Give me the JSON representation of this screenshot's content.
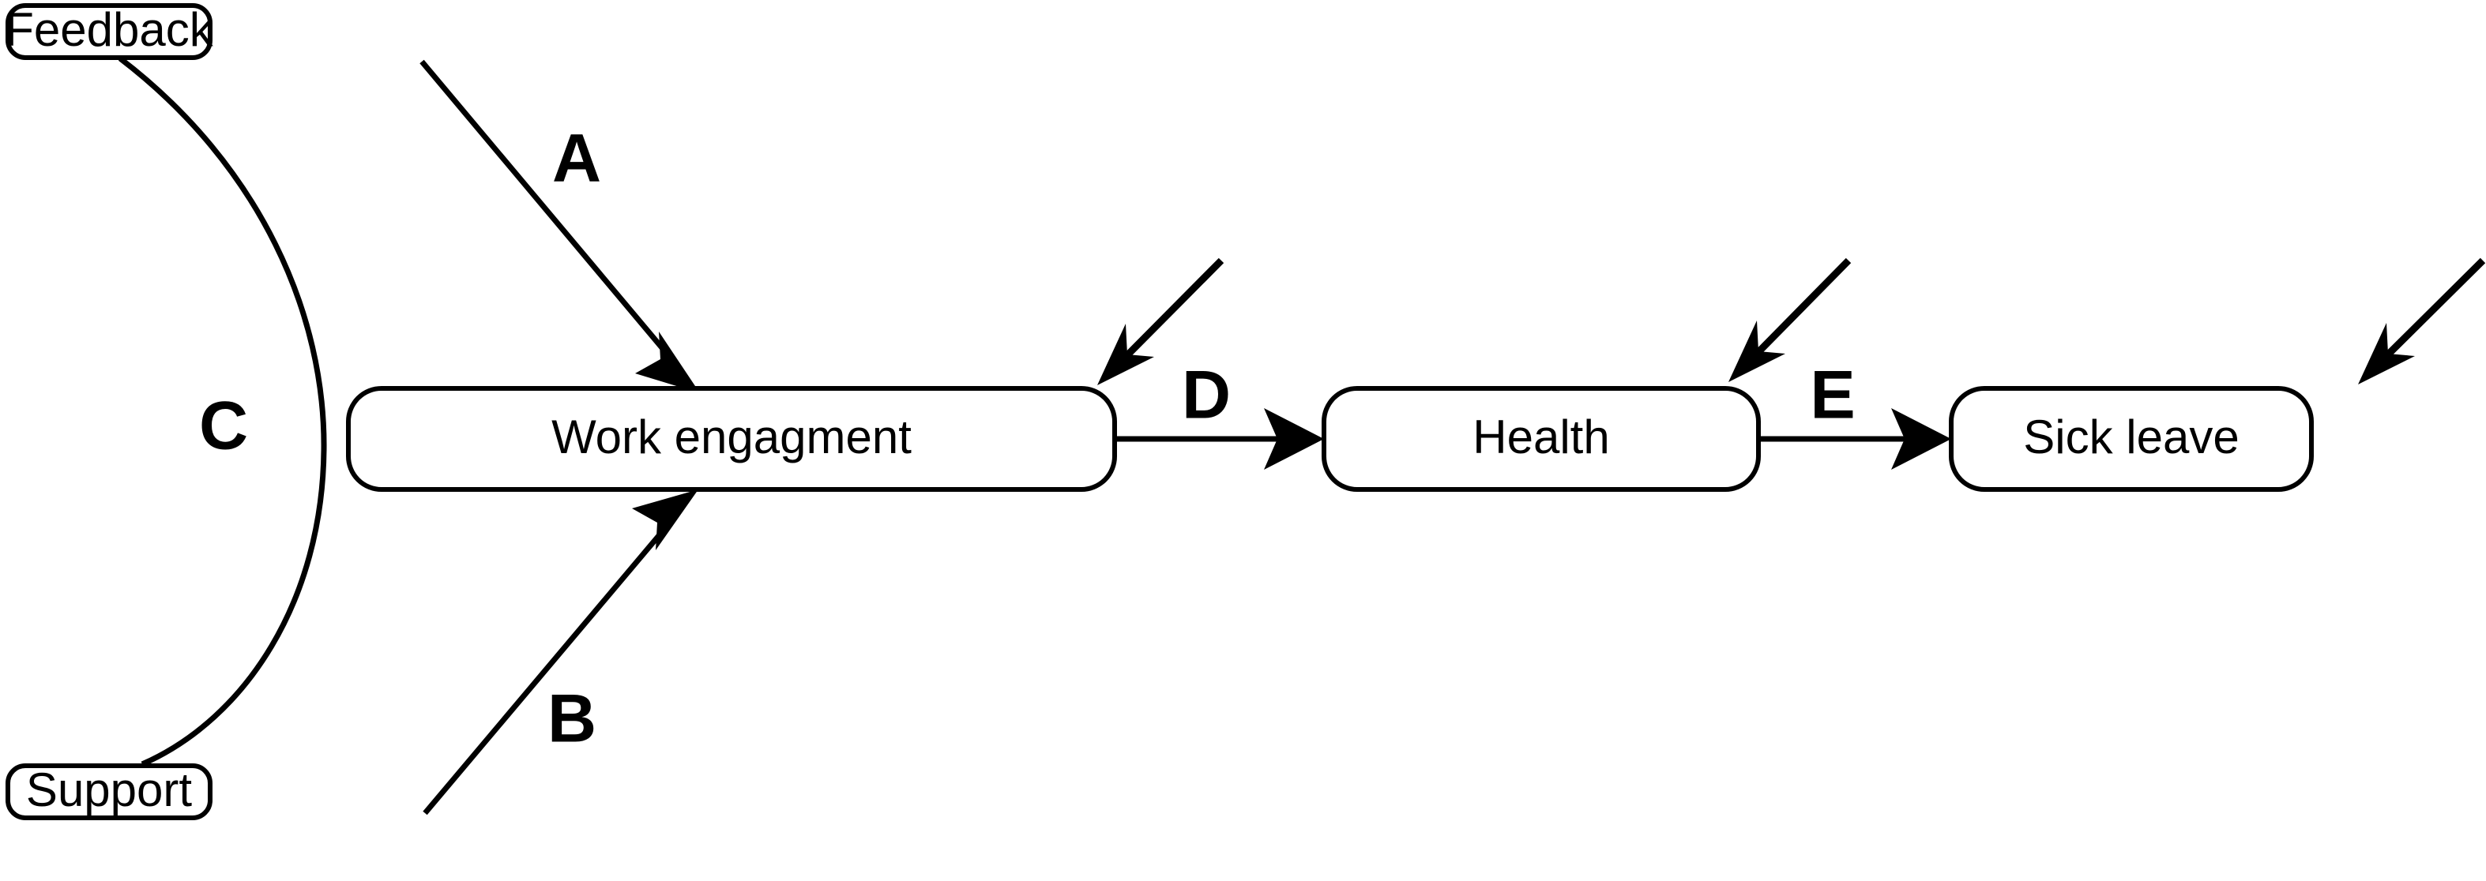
{
  "diagram": {
    "title": "Work engagement path model",
    "background_color": "#ffffff",
    "stroke_color": "#000000",
    "nodes": [
      {
        "id": "feedback",
        "label": "Feedback"
      },
      {
        "id": "support",
        "label": "Support"
      },
      {
        "id": "work_engagement",
        "label": "Work engagment"
      },
      {
        "id": "health",
        "label": "Health"
      },
      {
        "id": "sick_leave",
        "label": "Sick leave"
      }
    ],
    "path_labels": [
      {
        "id": "A",
        "label": "A",
        "from": "feedback",
        "to": "work_engagement",
        "kind": "directed"
      },
      {
        "id": "B",
        "label": "B",
        "from": "support",
        "to": "work_engagement",
        "kind": "directed"
      },
      {
        "id": "C",
        "label": "C",
        "from": "feedback",
        "to": "support",
        "kind": "correlation"
      },
      {
        "id": "D",
        "label": "D",
        "from": "work_engagement",
        "to": "health",
        "kind": "directed"
      },
      {
        "id": "E",
        "label": "E",
        "from": "health",
        "to": "sick_leave",
        "kind": "directed"
      }
    ],
    "disturbances": [
      {
        "id": "d1",
        "target": "work_engagement",
        "label": ""
      },
      {
        "id": "d2",
        "target": "health",
        "label": ""
      },
      {
        "id": "d3",
        "target": "sick_leave",
        "label": ""
      }
    ]
  }
}
